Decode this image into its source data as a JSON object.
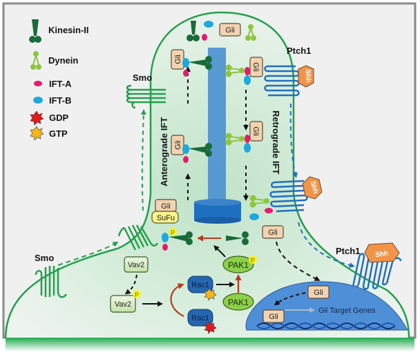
{
  "legend": {
    "items": [
      {
        "icon": "kinesin-ii-icon",
        "label": "Kinesin-II"
      },
      {
        "icon": "dynein-icon",
        "label": "Dynein"
      },
      {
        "icon": "ift-a-icon",
        "label": "IFT-A"
      },
      {
        "icon": "ift-b-icon",
        "label": "IFT-B"
      },
      {
        "icon": "gdp-icon",
        "label": "GDP"
      },
      {
        "icon": "gtp-icon",
        "label": "GTP"
      }
    ]
  },
  "labels": {
    "smo_top": "Smo",
    "smo_bottom": "Smo",
    "ptch1_top": "Ptch1",
    "ptch1_bottom": "Ptch1",
    "shh": "Shh",
    "anterograde": "Anterograde IFT",
    "retrograde": "Retrograde IFT",
    "gli": "Gli",
    "sufu": "SuFu",
    "vav2": "Vav2",
    "rac1": "Rac1",
    "pak1": "PAK1",
    "phospho": "P",
    "gli_target_genes": "Gli Target Genes"
  },
  "colors": {
    "kinesin": "#1a6b3a",
    "dynein": "#8cc63f",
    "ift_a": "#e8196e",
    "ift_b": "#1ea8e0",
    "gdp": "#e01b1b",
    "gtp": "#f5b51b",
    "membrane": "#22a04b",
    "ptch1": "#1f6fc0",
    "shh": "#f29448",
    "gli_box": "#f2d3b0",
    "sufu_box": "#f7f28a",
    "vav2_box": "#d8ecc4",
    "pak1": "#8cd04a",
    "rac1": "#2466b0",
    "nucleus": "#4f8fd8",
    "axoneme": "#4a90d0",
    "red_arrow": "#b83a1a"
  }
}
